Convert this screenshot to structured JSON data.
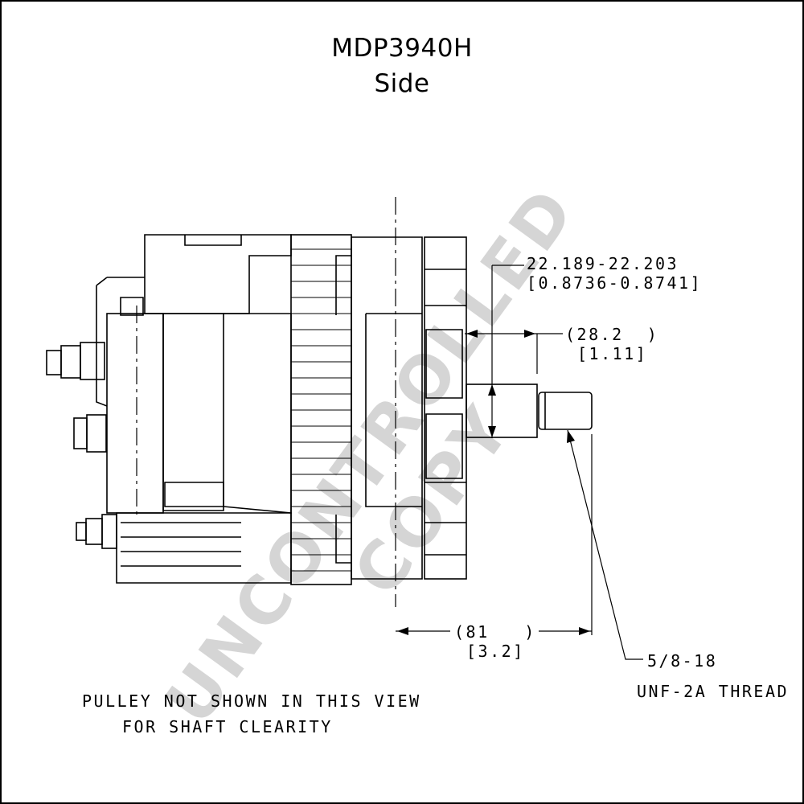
{
  "drawing": {
    "model": "MDP3940H",
    "view": "Side"
  },
  "dimensions": {
    "shaft_diameter_mm": "22.189-22.203",
    "shaft_diameter_in": "[0.8736-0.8741]",
    "shaft_length_mm": "(28.2  )",
    "shaft_length_in": "[1.11]",
    "overall_mm": "(81   )",
    "overall_in": "[3.2]",
    "thread_size": "5/8-18",
    "thread_spec": "UNF-2A THREAD"
  },
  "notes": {
    "line1": "PULLEY NOT SHOWN IN THIS VIEW",
    "line2": "FOR SHAFT CLEARITY"
  },
  "watermark": "UNCONTROLLED COPY"
}
